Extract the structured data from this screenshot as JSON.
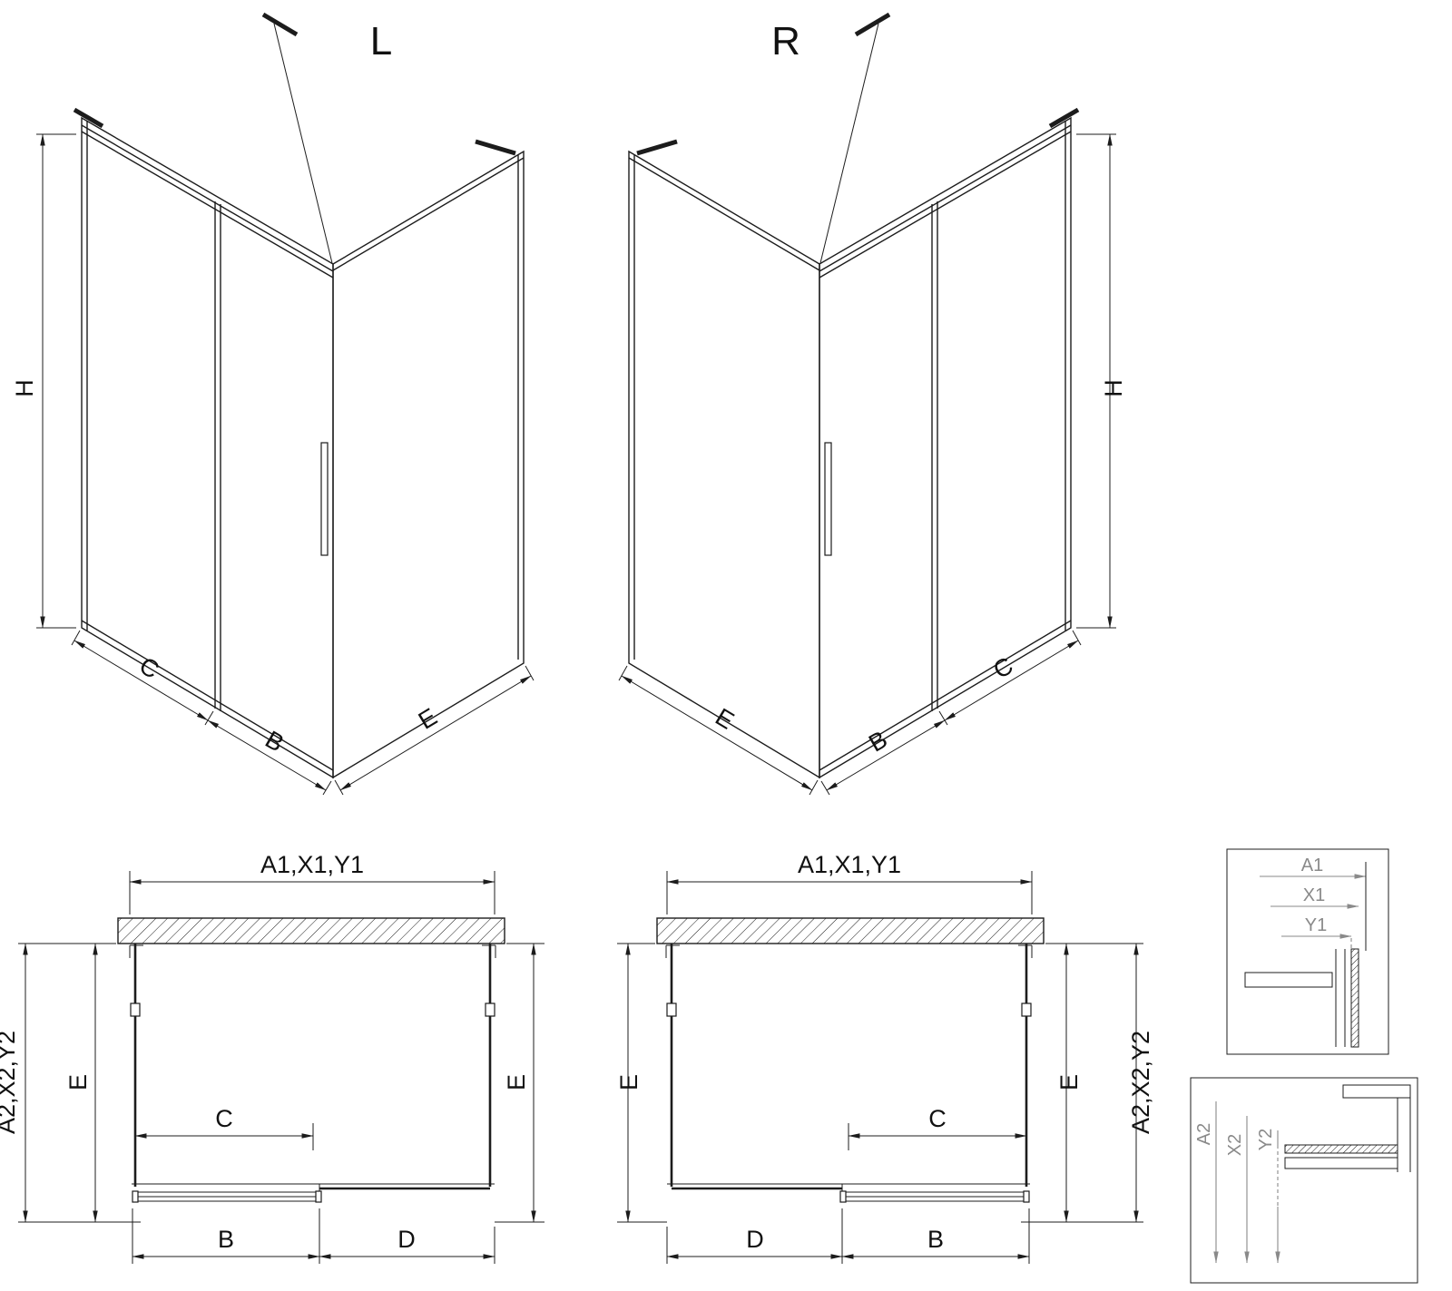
{
  "drawing": {
    "iso_left": {
      "title": "L",
      "dim_h": "H",
      "dim_c": "C",
      "dim_b": "B",
      "dim_e": "E"
    },
    "iso_right": {
      "title": "R",
      "dim_h": "H",
      "dim_c": "C",
      "dim_b": "B",
      "dim_e": "E"
    },
    "plan_left": {
      "dim_top": "A1,X1,Y1",
      "dim_side": "A2,X2,Y2",
      "dim_e_left": "E",
      "dim_e_right": "E",
      "dim_c": "C",
      "dim_b": "B",
      "dim_d": "D"
    },
    "plan_right": {
      "dim_top": "A1,X1,Y1",
      "dim_side": "A2,X2,Y2",
      "dim_e_left": "E",
      "dim_e_right": "E",
      "dim_c": "C",
      "dim_b": "B",
      "dim_d": "D"
    },
    "detail_top": {
      "dim_a1": "A1",
      "dim_x1": "X1",
      "dim_y1": "Y1"
    },
    "detail_bottom": {
      "dim_a2": "A2",
      "dim_x2": "X2",
      "dim_y2": "Y2"
    },
    "colors": {
      "line": "#1c1c1c",
      "detail_label": "#8a8a8a",
      "background": "#ffffff"
    }
  }
}
